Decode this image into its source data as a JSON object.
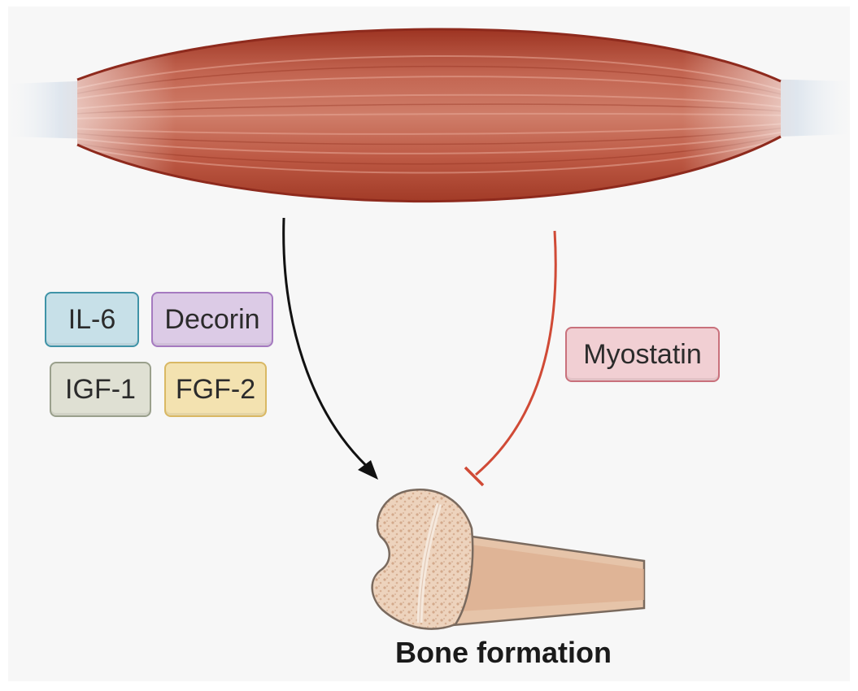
{
  "stimulators": [
    {
      "label": "IL-6",
      "fill": "#c7e0e8",
      "border": "#3f93a7"
    },
    {
      "label": "Decorin",
      "fill": "#dccbe6",
      "border": "#a57ac0"
    },
    {
      "label": "IGF-1",
      "fill": "#dfe0d3",
      "border": "#9aa08c"
    },
    {
      "label": "FGF-2",
      "fill": "#f3e2b0",
      "border": "#d9b864"
    }
  ],
  "inhibitor": {
    "label": "Myostatin",
    "fill": "#f1cfd3",
    "border": "#c9717c"
  },
  "target": {
    "label": "Bone formation"
  },
  "colors": {
    "muscle": "#b9503c",
    "muscle_edge": "#8e2a1d",
    "stimulation_arrow": "#111111",
    "inhibition_line": "#d04a36",
    "bone_cortex": "#e5c3a8",
    "bone_marrow": "#d9ab8c",
    "bone_outline": "#7a6a5e"
  }
}
